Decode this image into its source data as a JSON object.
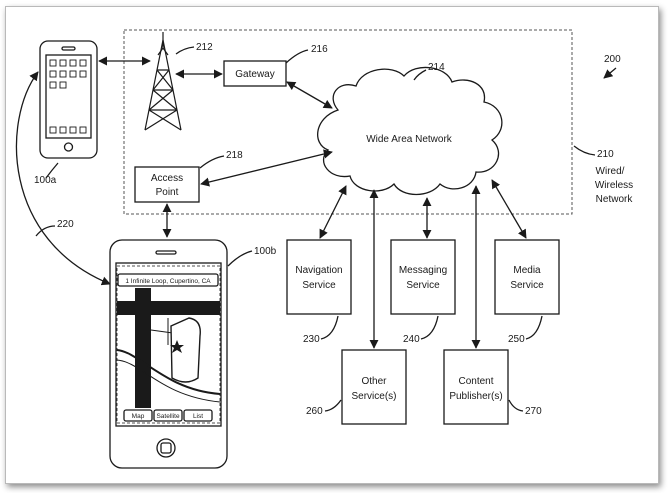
{
  "figure_ref": "200",
  "network": {
    "wan_label": "Wide Area Network",
    "wan_ref": "214",
    "boundary_ref": "210",
    "boundary_label": [
      "Wired/",
      "Wireless",
      "Network"
    ]
  },
  "gateway": {
    "label": "Gateway",
    "ref": "216"
  },
  "tower_ref": "212",
  "access_point": {
    "label": [
      "Access",
      "Point"
    ],
    "ref": "218"
  },
  "device_a_ref": "100a",
  "device_b": {
    "ref": "100b",
    "address": "1 Infinite Loop, Cupertino, CA",
    "tabs": [
      "Map",
      "Satellite",
      "List"
    ]
  },
  "link_ref": "220",
  "services": [
    {
      "label": [
        "Navigation",
        "Service"
      ],
      "ref": "230"
    },
    {
      "label": [
        "Messaging",
        "Service"
      ],
      "ref": "240"
    },
    {
      "label": [
        "Media",
        "Service"
      ],
      "ref": "250"
    },
    {
      "label": [
        "Other",
        "Service(s)"
      ],
      "ref": "260"
    },
    {
      "label": [
        "Content",
        "Publisher(s)"
      ],
      "ref": "270"
    }
  ]
}
